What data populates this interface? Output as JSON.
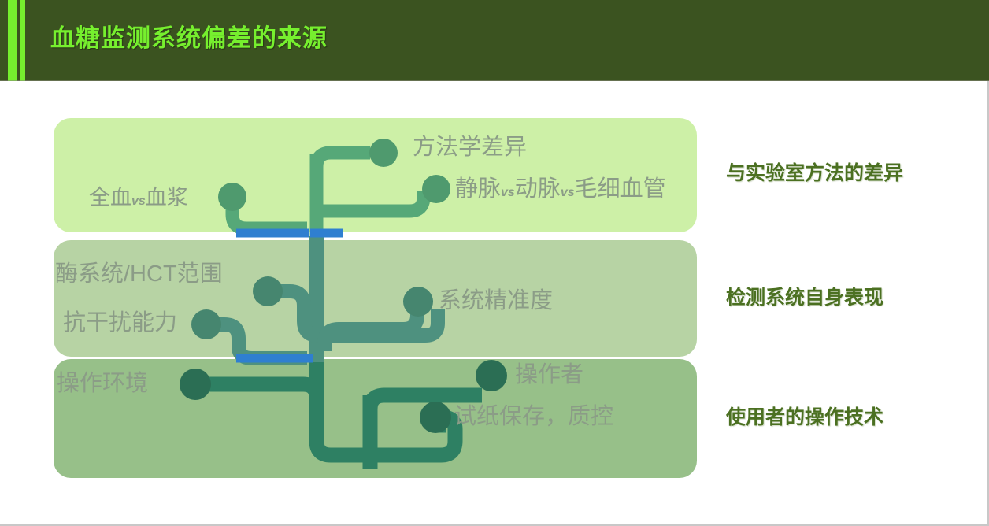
{
  "header": {
    "title": "血糖监测系统偏差的来源",
    "accent_color": "#76ef2e",
    "background_color": "#3b5320"
  },
  "bands": [
    {
      "id": "lab-method",
      "color": "#cdf0a7",
      "category_label": "与实验室方法的差异"
    },
    {
      "id": "system-performance",
      "color": "#b7d3a4",
      "category_label": "检测系统自身表现"
    },
    {
      "id": "user-technique",
      "color": "#97c089",
      "category_label": "使用者的操作技术"
    }
  ],
  "nodes": [
    {
      "id": "whole-blood-vs-plasma",
      "text_before": "全血",
      "vs": "vs",
      "text_after": "血浆",
      "band": 0
    },
    {
      "id": "methodology-difference",
      "text": "方法学差异",
      "band": 0
    },
    {
      "id": "venous-arterial-capillary",
      "text_before": "静脉",
      "vs": "vs",
      "text_mid": "动脉",
      "vs2": "vs",
      "text_after": "毛细血管",
      "band": 0
    },
    {
      "id": "enzyme-hct-range",
      "text": "酶系统/HCT范围",
      "band": 1
    },
    {
      "id": "interference-resistance",
      "text": "抗干扰能力",
      "band": 1
    },
    {
      "id": "system-accuracy",
      "text": "系统精准度",
      "band": 1
    },
    {
      "id": "operating-environment",
      "text": "操作环境",
      "band": 2
    },
    {
      "id": "operator",
      "text": "操作者",
      "band": 2
    },
    {
      "id": "strip-storage-qc",
      "text": "试纸保存，质控",
      "band": 2
    }
  ],
  "colors": {
    "branch_top": "#56a878",
    "branch_mid": "#4e917f",
    "branch_bottom": "#2e8063",
    "node_top": "#4f9a6e",
    "node_mid": "#46866f",
    "node_bottom": "#2b6e54",
    "gap_highlight": "#2f7fd0",
    "label_text": "#8b9c87",
    "category_text": "#4b7021"
  }
}
